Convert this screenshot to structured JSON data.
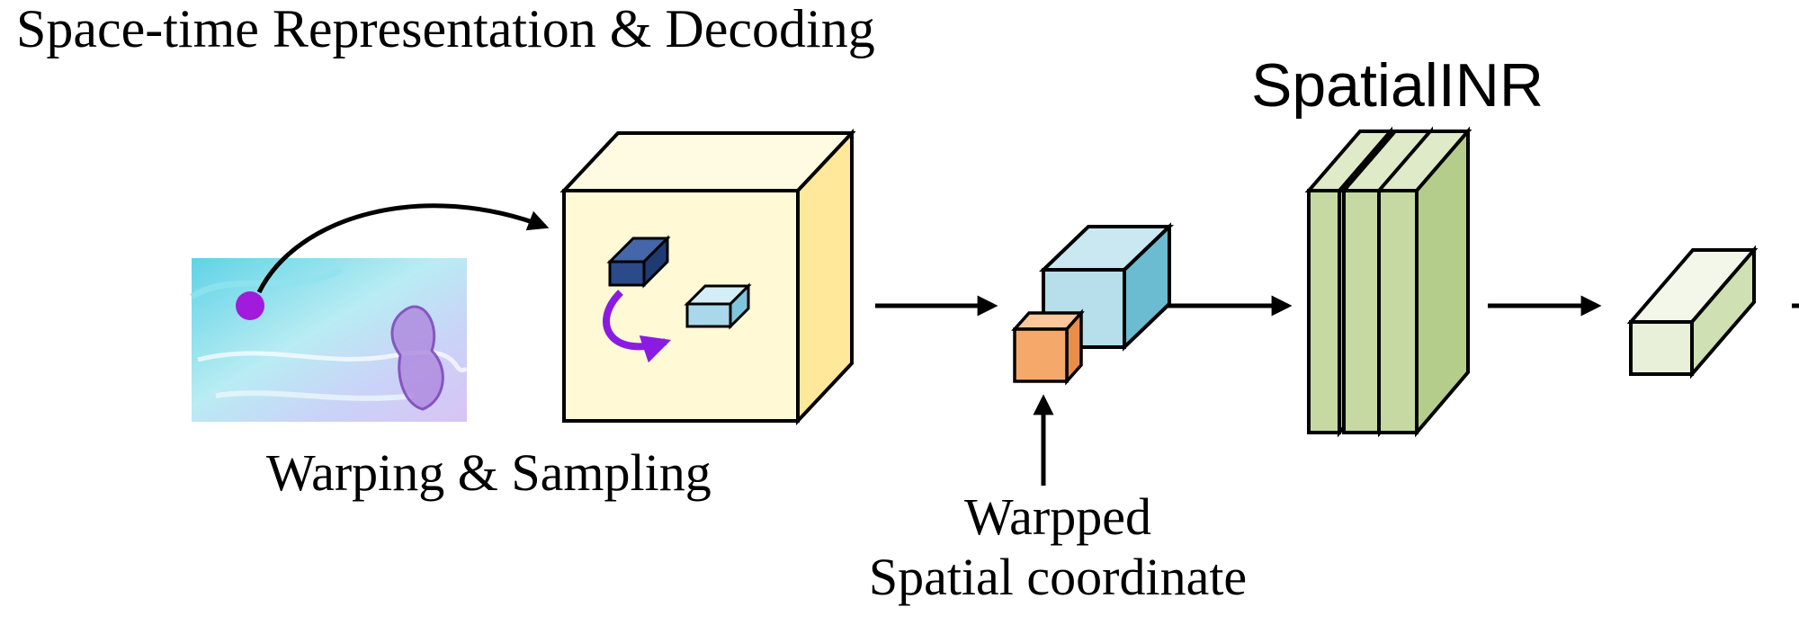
{
  "title": "Space-time Representation & Decoding",
  "stages": {
    "warping": {
      "label": "Warping & Sampling"
    },
    "spatial_inr": {
      "label": "SpatialINR"
    },
    "warped_coord": {
      "line1": "Warpped",
      "line2": "Spatial coordinate"
    }
  },
  "colors": {
    "feature_volume_front": "#fff9d6",
    "feature_volume_side": "#ffe89a",
    "feature_volume_top": "#fffbe3",
    "dark_block": "#2b4a8a",
    "light_block": "#a9d8ea",
    "feature_block": "#6bbbd1",
    "coord_block": "#f4a96b",
    "inr_layer": "#c6d9a2",
    "output_block": "#e8f0da",
    "sample_point": "#a11bdc",
    "warp_arrow": "#8a1be2"
  }
}
